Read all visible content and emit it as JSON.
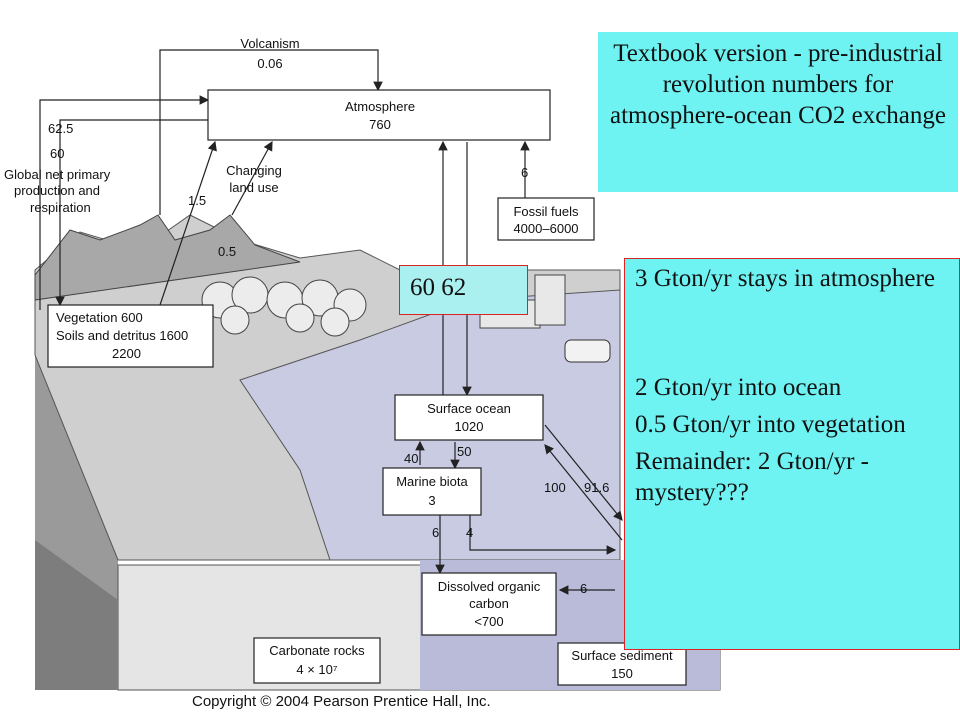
{
  "diagram": {
    "volcanism_label": "Volcanism",
    "volcanism_value": "0.06",
    "atmosphere_label": "Atmosphere",
    "atmosphere_value": "760",
    "flux_62_5": "62.5",
    "flux_60": "60",
    "gnp_line1": "Global net primary",
    "gnp_line2": "production and",
    "gnp_line3": "respiration",
    "changing_line1": "Changing",
    "changing_line2": "land use",
    "flux_1_5": "1.5",
    "flux_0_5": "0.5",
    "flux_6_fossil": "6",
    "fossil_label": "Fossil fuels",
    "fossil_value": "4000–6000",
    "veg_line1": "Vegetation 600",
    "veg_line2": "Soils and detritus 1600",
    "veg_line3": "2200",
    "surface_ocean_label": "Surface ocean",
    "surface_ocean_value": "1020",
    "flux_40": "40",
    "flux_50": "50",
    "flux_100": "100",
    "flux_91_6": "91.6",
    "marine_label": "Marine biota",
    "marine_value": "3",
    "flux_6_marine": "6",
    "flux_4": "4",
    "doc_line1": "Dissolved organic",
    "doc_line2": "carbon",
    "doc_line3": "<700",
    "flux_6_doc": "6",
    "carbonate_label": "Carbonate rocks",
    "carbonate_value": "4 × 10⁷",
    "sediment_label": "Surface sediment",
    "sediment_value": "150",
    "copyright": "Copyright © 2004 Pearson Prentice Hall, Inc."
  },
  "callouts": {
    "title": "Textbook version - pre-industrial revolution numbers for atmosphere-ocean CO2 exchange",
    "values": "60  62",
    "budget_line1": "3 Gton/yr stays in atmosphere",
    "budget_line2": "2 Gton/yr into ocean",
    "budget_line3": "0.5 Gton/yr into vegetation",
    "budget_line4": "Remainder: 2 Gton/yr - mystery???"
  },
  "colors": {
    "callout_fill": "#6ef2f2",
    "callout_border": "#dd2222",
    "ocean": "#c9cbe3",
    "land": "#cfcfcf"
  }
}
